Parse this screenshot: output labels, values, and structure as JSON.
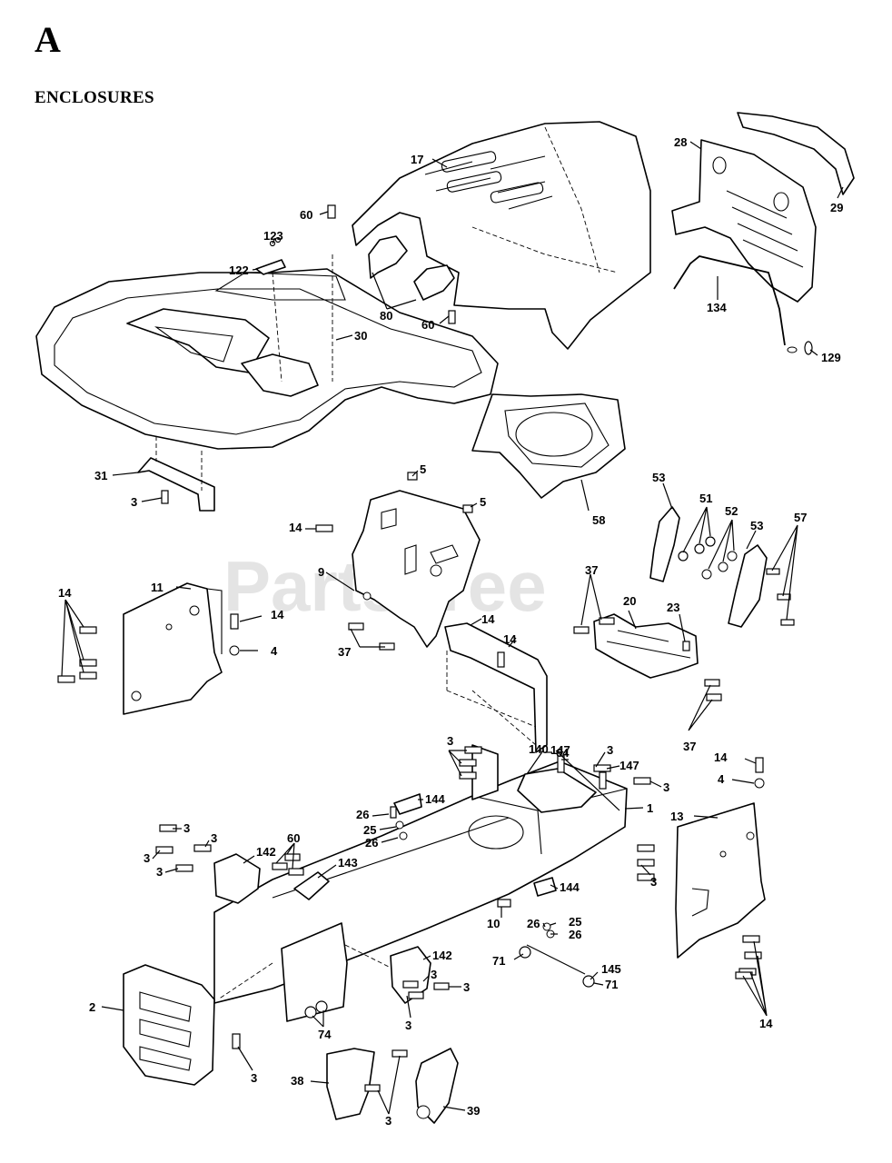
{
  "header": {
    "letter": "A",
    "section_title": "ENCLOSURES"
  },
  "watermark": "PartsTree",
  "callouts": [
    {
      "id": "c17",
      "label": "17"
    },
    {
      "id": "c28",
      "label": "28"
    },
    {
      "id": "c29",
      "label": "29"
    },
    {
      "id": "c123",
      "label": "123"
    },
    {
      "id": "c60a",
      "label": "60"
    },
    {
      "id": "c122",
      "label": "122"
    },
    {
      "id": "c80",
      "label": "80"
    },
    {
      "id": "c60b",
      "label": "60"
    },
    {
      "id": "c30",
      "label": "30"
    },
    {
      "id": "c134",
      "label": "134"
    },
    {
      "id": "c129",
      "label": "129"
    },
    {
      "id": "c31",
      "label": "31"
    },
    {
      "id": "c3a",
      "label": "3"
    },
    {
      "id": "c5a",
      "label": "5"
    },
    {
      "id": "c5b",
      "label": "5"
    },
    {
      "id": "c58",
      "label": "58"
    },
    {
      "id": "c53a",
      "label": "53"
    },
    {
      "id": "c51",
      "label": "51"
    },
    {
      "id": "c52",
      "label": "52"
    },
    {
      "id": "c53b",
      "label": "53"
    },
    {
      "id": "c57",
      "label": "57"
    },
    {
      "id": "c14a",
      "label": "14"
    },
    {
      "id": "c9",
      "label": "9"
    },
    {
      "id": "c14b",
      "label": "14"
    },
    {
      "id": "c11",
      "label": "11"
    },
    {
      "id": "c14c",
      "label": "14"
    },
    {
      "id": "c4a",
      "label": "4"
    },
    {
      "id": "c37a",
      "label": "37"
    },
    {
      "id": "c14d",
      "label": "14"
    },
    {
      "id": "c64",
      "label": "64"
    },
    {
      "id": "c37b",
      "label": "37"
    },
    {
      "id": "c20",
      "label": "20"
    },
    {
      "id": "c23",
      "label": "23"
    },
    {
      "id": "c37c",
      "label": "37"
    },
    {
      "id": "c147a",
      "label": "147"
    },
    {
      "id": "c140",
      "label": "140"
    },
    {
      "id": "c3b",
      "label": "3"
    },
    {
      "id": "c3c",
      "label": "3"
    },
    {
      "id": "c147b",
      "label": "147"
    },
    {
      "id": "c3d",
      "label": "3"
    },
    {
      "id": "c14e",
      "label": "14"
    },
    {
      "id": "c4b",
      "label": "4"
    },
    {
      "id": "c144a",
      "label": "144"
    },
    {
      "id": "c26a",
      "label": "26"
    },
    {
      "id": "c1",
      "label": "1"
    },
    {
      "id": "c13",
      "label": "13"
    },
    {
      "id": "c25a",
      "label": "25"
    },
    {
      "id": "c26b",
      "label": "26"
    },
    {
      "id": "c3e",
      "label": "3"
    },
    {
      "id": "c3f",
      "label": "3"
    },
    {
      "id": "c60c",
      "label": "60"
    },
    {
      "id": "c142a",
      "label": "142"
    },
    {
      "id": "c3g",
      "label": "3"
    },
    {
      "id": "c3h",
      "label": "3"
    },
    {
      "id": "c143",
      "label": "143"
    },
    {
      "id": "c3i",
      "label": "3"
    },
    {
      "id": "c144b",
      "label": "144"
    },
    {
      "id": "c10",
      "label": "10"
    },
    {
      "id": "c26c",
      "label": "26"
    },
    {
      "id": "c25b",
      "label": "25"
    },
    {
      "id": "c26d",
      "label": "26"
    },
    {
      "id": "c71a",
      "label": "71"
    },
    {
      "id": "c142b",
      "label": "142"
    },
    {
      "id": "c3j",
      "label": "3"
    },
    {
      "id": "c3k",
      "label": "3"
    },
    {
      "id": "c145",
      "label": "145"
    },
    {
      "id": "c71b",
      "label": "71"
    },
    {
      "id": "c14f",
      "label": "14"
    },
    {
      "id": "c2",
      "label": "2"
    },
    {
      "id": "c74",
      "label": "74"
    },
    {
      "id": "c3l",
      "label": "3"
    },
    {
      "id": "c3m",
      "label": "3"
    },
    {
      "id": "c38",
      "label": "38"
    },
    {
      "id": "c3n",
      "label": "3"
    },
    {
      "id": "c39",
      "label": "39"
    }
  ]
}
